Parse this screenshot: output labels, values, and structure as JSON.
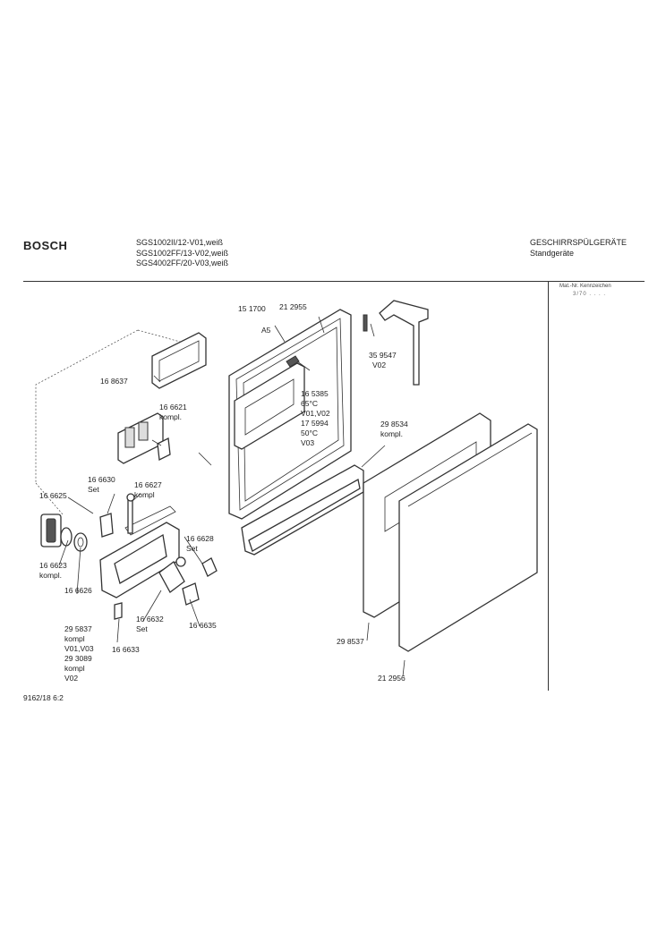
{
  "header": {
    "brand": "BOSCH",
    "models": [
      "SGS1002II/12-V01,weiß",
      "SGS1002FF/13-V02,weiß",
      "SGS4002FF/20-V03,weiß"
    ],
    "category": "GESCHIRRSPÜLGERÄTE",
    "subcategory": "Standgeräte"
  },
  "side_column": {
    "header": "Mat.-Nr. Kennzeichen",
    "value": "3/70 . . . ."
  },
  "labels": [
    {
      "id": "p151700",
      "text": "15 1700"
    },
    {
      "id": "p151700b",
      "text": "A5"
    },
    {
      "id": "p212955",
      "text": "21 2955"
    },
    {
      "id": "p359547",
      "text": "35 9547"
    },
    {
      "id": "p359547b",
      "text": "V02"
    },
    {
      "id": "p168637",
      "text": "16 8637"
    },
    {
      "id": "p166621",
      "text": "16 6621"
    },
    {
      "id": "p166621b",
      "text": "kompl."
    },
    {
      "id": "p165385",
      "text": "16 5385"
    },
    {
      "id": "p165385b",
      "text": "65°C"
    },
    {
      "id": "p165385c",
      "text": "V01,V02"
    },
    {
      "id": "p175994",
      "text": "17 5994"
    },
    {
      "id": "p175994b",
      "text": "50°C"
    },
    {
      "id": "p175994c",
      "text": "V03"
    },
    {
      "id": "p298534",
      "text": "29 8534"
    },
    {
      "id": "p298534b",
      "text": "kompl."
    },
    {
      "id": "p166630",
      "text": "16 6630"
    },
    {
      "id": "p166630b",
      "text": "Set"
    },
    {
      "id": "p166627",
      "text": "16 6627"
    },
    {
      "id": "p166627b",
      "text": "kompl"
    },
    {
      "id": "p166625",
      "text": "16 6625"
    },
    {
      "id": "p166628",
      "text": "16 6628"
    },
    {
      "id": "p166628b",
      "text": "Set"
    },
    {
      "id": "p166623",
      "text": "16 6623"
    },
    {
      "id": "p166623b",
      "text": "kompl."
    },
    {
      "id": "p166626",
      "text": "16 6626"
    },
    {
      "id": "p295837",
      "text": "29 5837"
    },
    {
      "id": "p295837b",
      "text": "kompl"
    },
    {
      "id": "p295837c",
      "text": "V01,V03"
    },
    {
      "id": "p293089",
      "text": "29 3089"
    },
    {
      "id": "p293089b",
      "text": "kompl"
    },
    {
      "id": "p293089c",
      "text": "V02"
    },
    {
      "id": "p166632",
      "text": "16 6632"
    },
    {
      "id": "p166632b",
      "text": "Set"
    },
    {
      "id": "p166635",
      "text": "16 6635"
    },
    {
      "id": "p166633",
      "text": "16 6633"
    },
    {
      "id": "p298537",
      "text": "29 8537"
    },
    {
      "id": "p212956",
      "text": "21 2956"
    }
  ],
  "footer": "9162/18 6:2"
}
